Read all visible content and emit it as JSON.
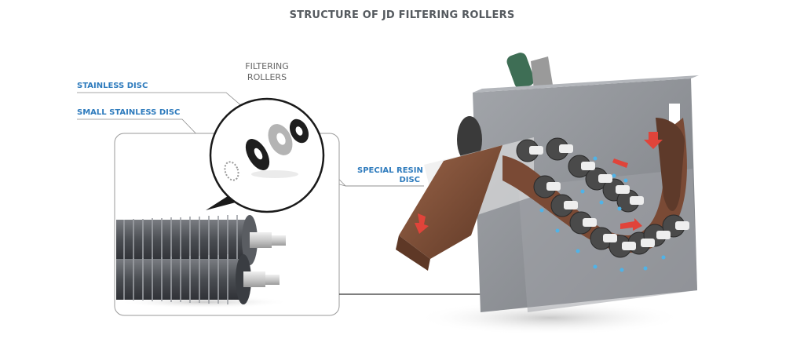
{
  "title": "STRUCTURE OF JD FILTERING ROLLERS",
  "zoom_label": {
    "line1": "FILTERING",
    "line2": "ROLLERS"
  },
  "callouts": {
    "stainless_disc": "STAINLESS DISC",
    "small_stainless_disc": "SMALL STAINLESS DISC",
    "special_resin_disc_line1": "SPECIAL RESIN",
    "special_resin_disc_line2": "DISC"
  },
  "colors": {
    "label_blue": "#2e7bbd",
    "title_gray": "#555a5f",
    "machine_gray": "#8f9297",
    "material_brown": "#7a4a35",
    "flow_arrow_red": "#e0443a",
    "water_blue": "#4fb3e8",
    "motor_green": "#3e6e55"
  }
}
